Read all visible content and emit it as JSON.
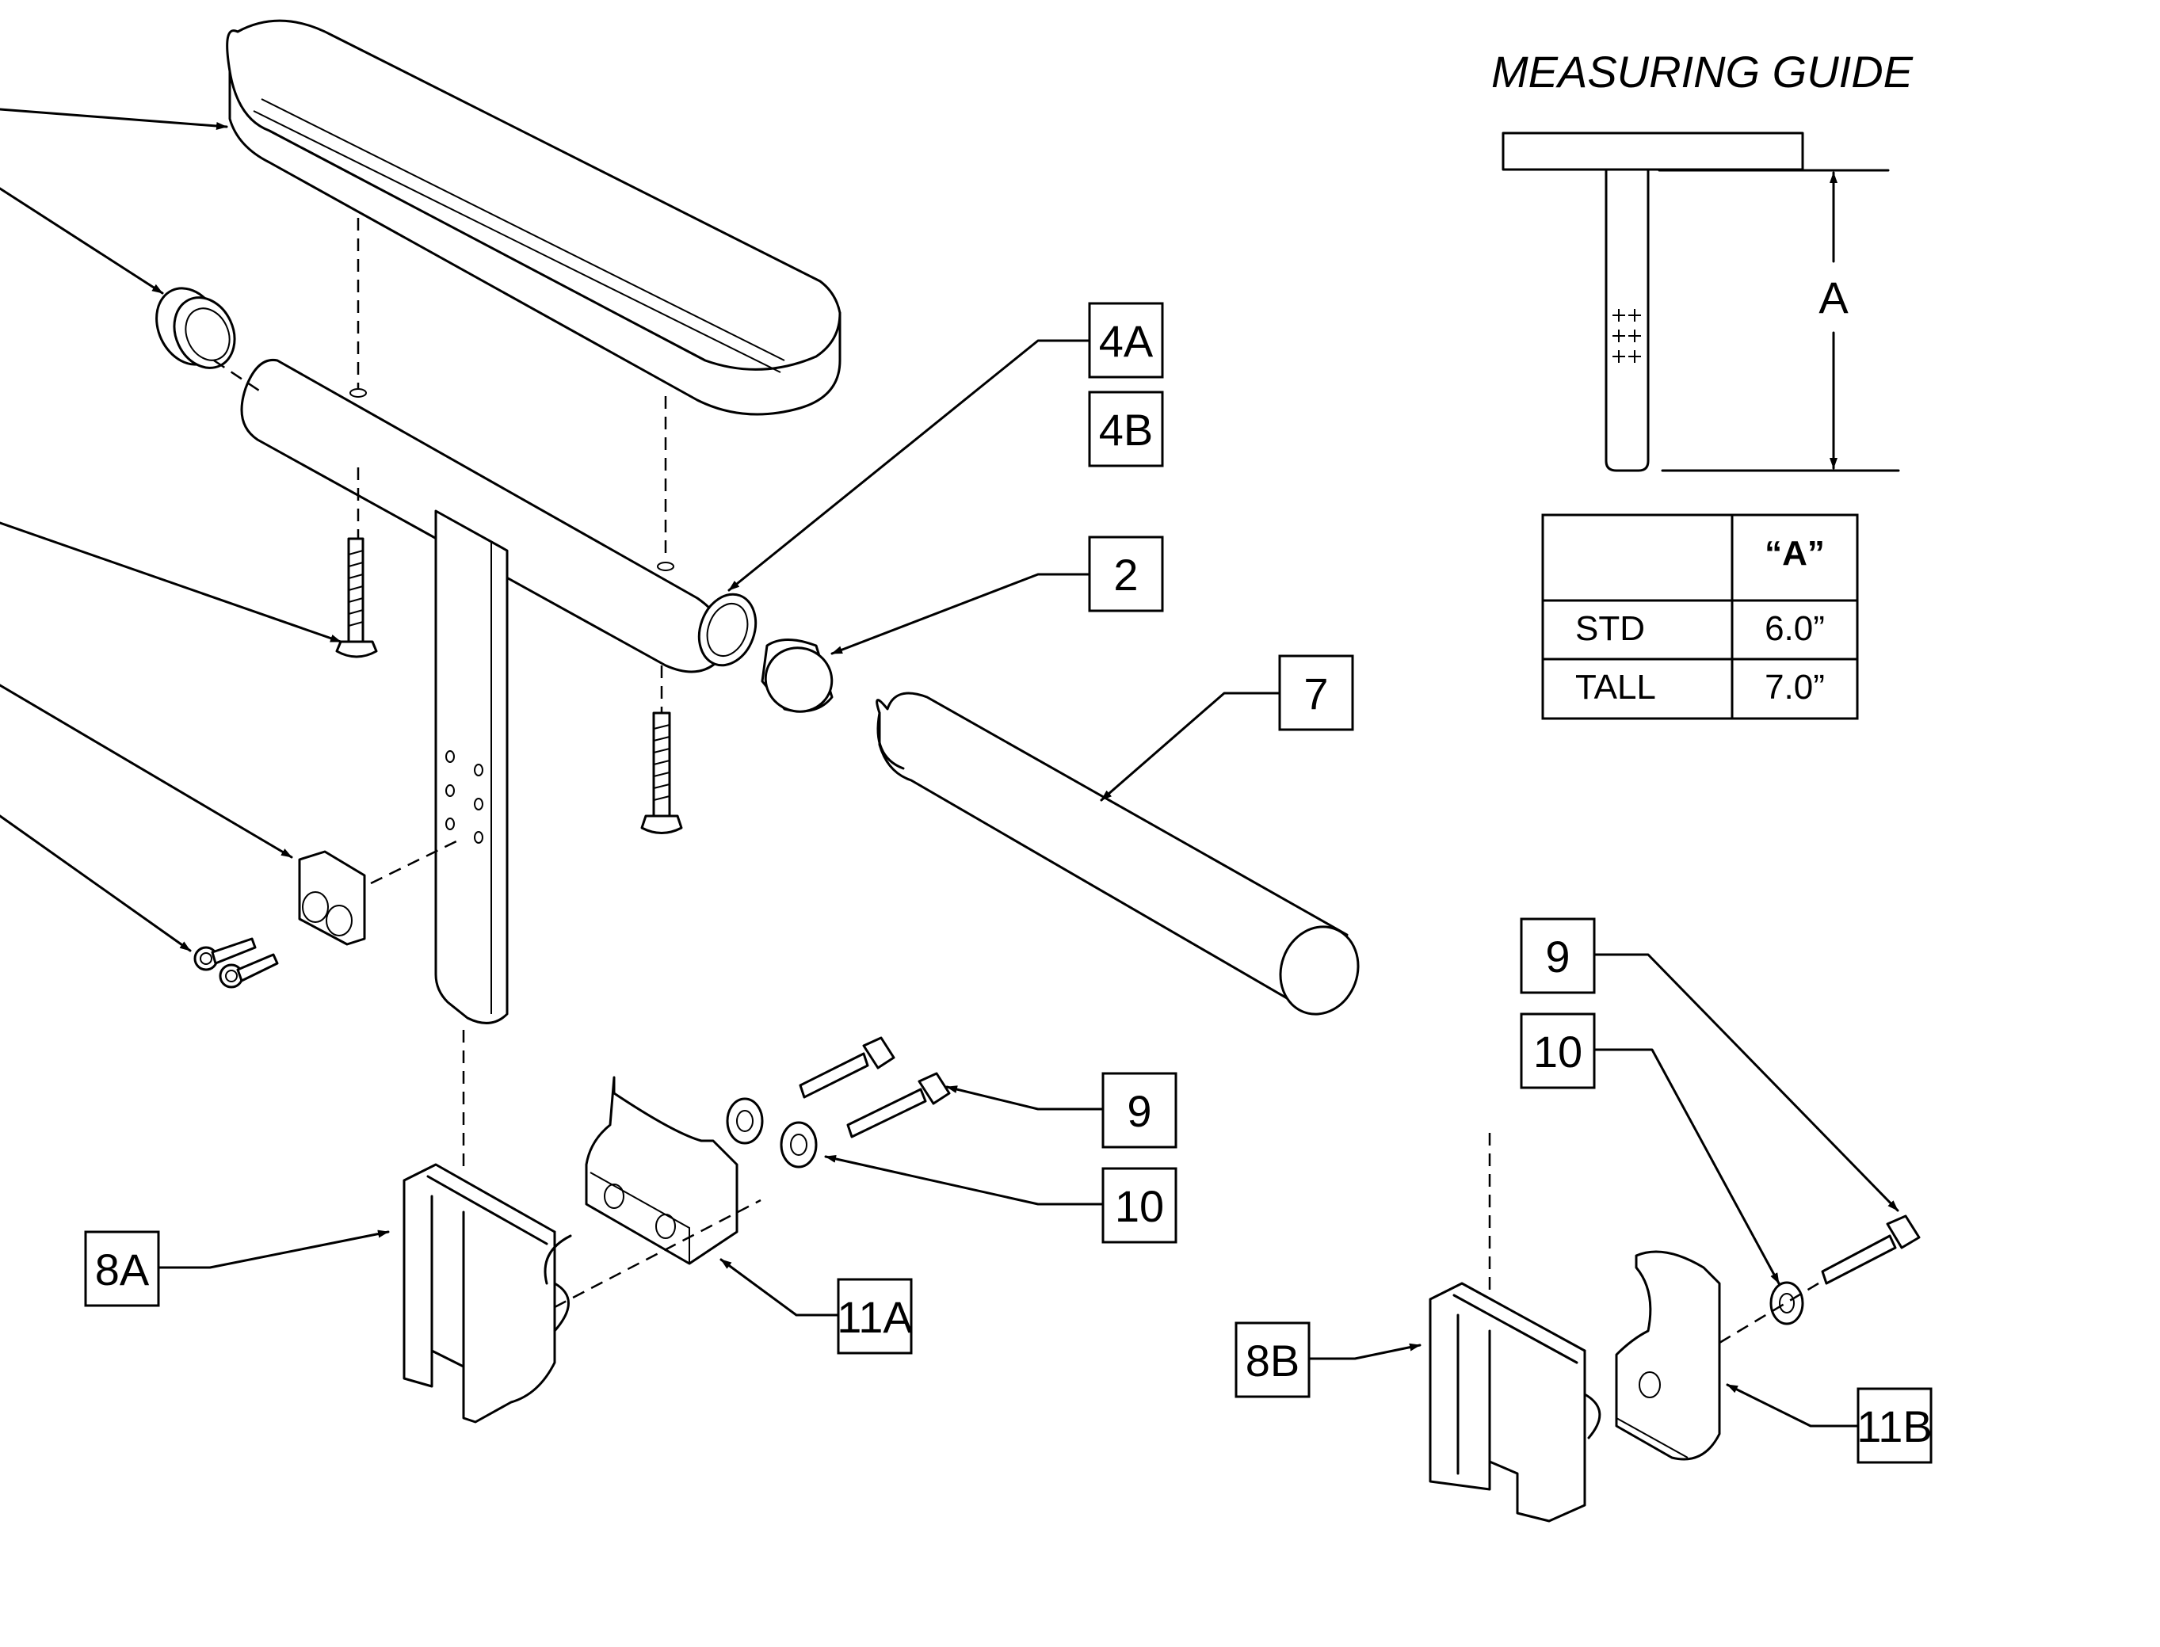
{
  "callouts": {
    "c4a": "4A",
    "c4b": "4B",
    "c2": "2",
    "c7": "7",
    "c9a": "9",
    "c10a": "10",
    "c8a": "8A",
    "c11a": "11A",
    "c9b": "9",
    "c10b": "10",
    "c8b": "8B",
    "c11b": "11B"
  },
  "guide": {
    "title": "MEASURING GUIDE",
    "dimension": "A"
  },
  "table": {
    "header": [
      "",
      "“A”"
    ],
    "rows": [
      [
        "STD",
        "6.0”"
      ],
      [
        "TALL",
        "7.0”"
      ]
    ]
  }
}
